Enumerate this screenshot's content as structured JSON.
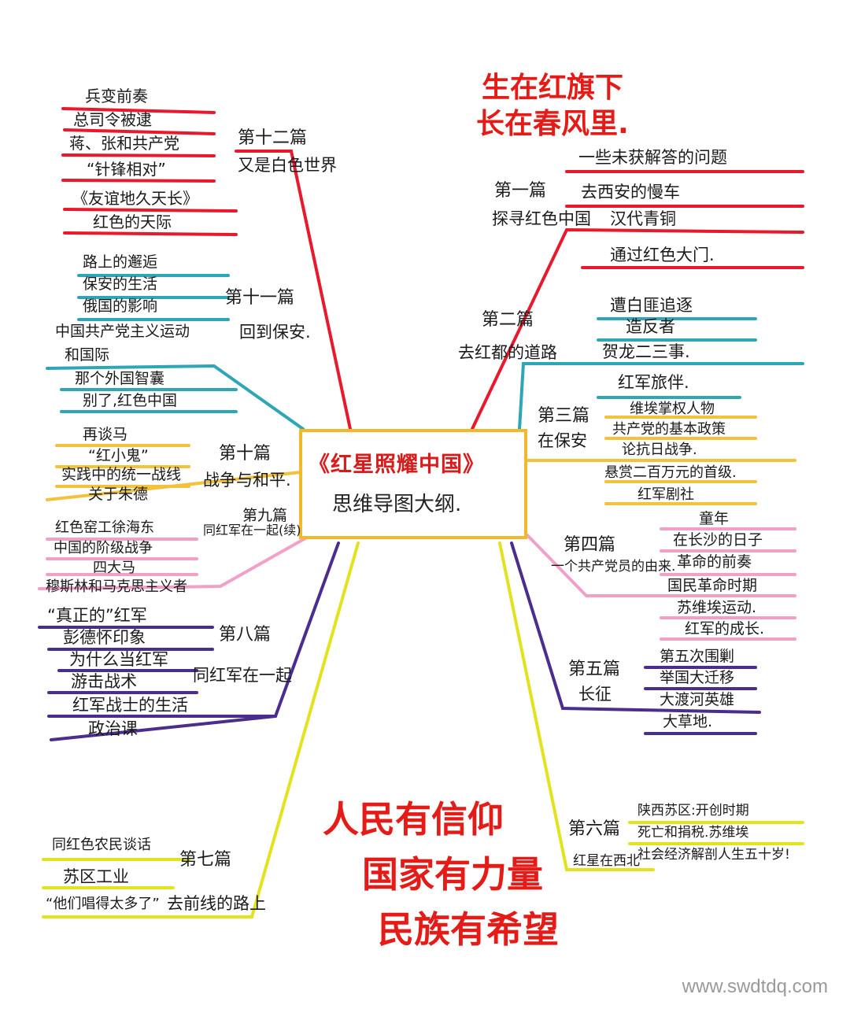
{
  "center": {
    "title": "《红星照耀中国》",
    "subtitle": "思维导图大纲."
  },
  "slogan_top": [
    "生在红旗下",
    "长在春风里."
  ],
  "slogan_bottom": [
    "人民有信仰",
    "国家有力量",
    "民族有希望"
  ],
  "watermark": "www.swdtdq.com",
  "colors": {
    "red": "#e8192c",
    "teal": "#2fa6b8",
    "gold": "#f2c23a",
    "pink": "#f3a0c8",
    "purple": "#4a2d8c",
    "lime": "#e2e31e",
    "slogan": "#e41b17"
  },
  "chapters": {
    "c1": {
      "label": "第一篇",
      "title": "探寻红色中国",
      "items": [
        "一些未获解答的问题",
        "去西安的慢车",
        "汉代青铜",
        "通过红色大门."
      ]
    },
    "c2": {
      "label": "第二篇",
      "title": "去红都的道路",
      "items": [
        "遭白匪追逐",
        "造反者",
        "贺龙二三事.",
        "红军旅伴."
      ]
    },
    "c3": {
      "label": "第三篇",
      "title": "在保安",
      "items": [
        "维埃掌权人物",
        "共产党的基本政策",
        "论抗日战争.",
        "悬赏二百万元的首级.",
        "红军剧社"
      ]
    },
    "c4": {
      "label": "第四篇",
      "title": "一个共产党员的由来.",
      "items": [
        "童年",
        "在长沙的日子",
        "革命的前奏",
        "国民革命时期",
        "苏维埃运动.",
        "红军的成长."
      ]
    },
    "c5": {
      "label": "第五篇",
      "title": "长征",
      "items": [
        "第五次围剿",
        "举国大迁移",
        "大渡河英雄",
        "大草地."
      ]
    },
    "c6": {
      "label": "第六篇",
      "title": "红星在西北",
      "items": [
        "陕西苏区:开创时期",
        "死亡和捐税.苏维埃",
        "社会经济解剖人生五十岁!"
      ]
    },
    "c7": {
      "label": "第七篇",
      "title": "去前线的路上",
      "items": [
        "同红色农民谈话",
        "苏区工业",
        "“他们唱得太多了”"
      ]
    },
    "c8": {
      "label": "第八篇",
      "title": "同红军在一起",
      "items": [
        "“真正的”红军",
        "彭德怀印象",
        "为什么当红军",
        "游击战术",
        "红军战士的生活",
        "政治课"
      ]
    },
    "c9": {
      "label": "第九篇",
      "title": "同红军在一起(续)",
      "items": [
        "红色窑工徐海东",
        "中国的阶级战争",
        "四大马",
        "穆斯林和马克思主义者"
      ]
    },
    "c10": {
      "label": "第十篇",
      "title": "战争与和平.",
      "items": [
        "再谈马",
        "“红小鬼”",
        "实践中的统一战线",
        "关于朱德"
      ]
    },
    "c11": {
      "label": "第十一篇",
      "title": "回到保安.",
      "items": [
        "路上的邂逅",
        "保安的生活",
        "俄国的影响",
        "中国共产党主义运动",
        "和国际",
        "那个外国智囊",
        "别了,红色中国"
      ]
    },
    "c12": {
      "label": "第十二篇",
      "title": "又是白色世界",
      "items": [
        "兵变前奏",
        "总司令被逮",
        "蒋、张和共产党",
        "“针锋相对”",
        "《友谊地久天长》",
        "红色的天际"
      ]
    }
  }
}
